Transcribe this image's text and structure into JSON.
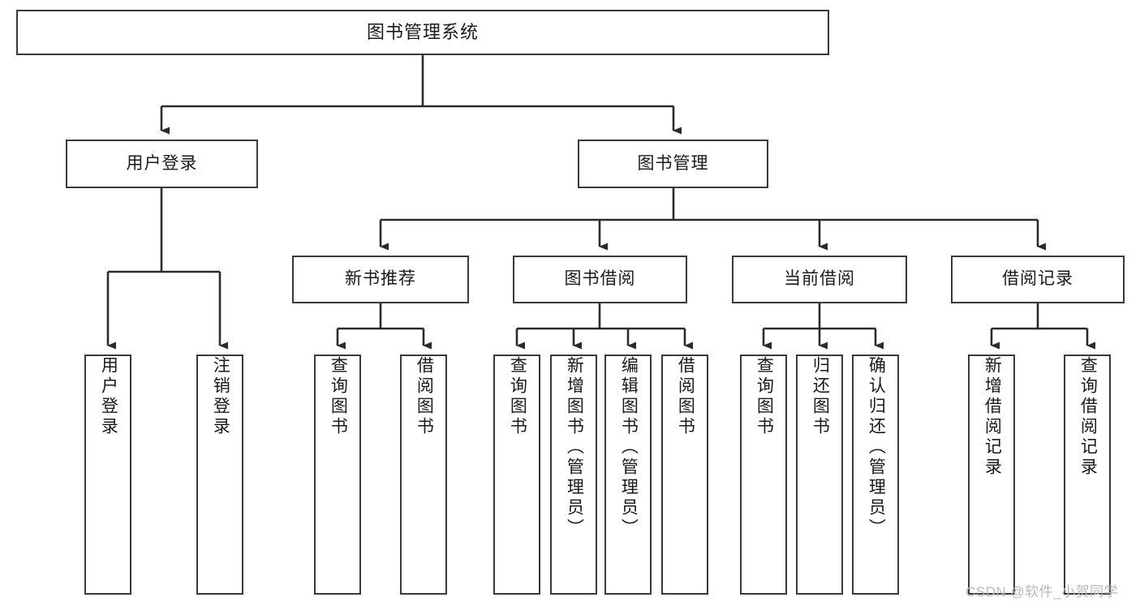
{
  "diagram": {
    "type": "hierarchy-tree",
    "title": "图书管理系统",
    "watermark": "CSDN @软件_小贺同学",
    "colors": {
      "box_border": "#3a3a3a",
      "box_fill": "#ffffff",
      "connector": "#2b2b2b",
      "text": "#1a1a1a",
      "watermark": "#b9b9b9",
      "background": "#ffffff"
    },
    "levels": {
      "root": {
        "label": "图书管理系统"
      },
      "level2": [
        {
          "label": "用户登录"
        },
        {
          "label": "图书管理"
        }
      ],
      "level3": [
        {
          "label": "新书推荐"
        },
        {
          "label": "图书借阅"
        },
        {
          "label": "当前借阅"
        },
        {
          "label": "借阅记录"
        }
      ],
      "leaves": {
        "user_login": [
          {
            "label": "用户登录"
          },
          {
            "label": "注销登录"
          }
        ],
        "new_book_recommend": [
          {
            "label": "查询图书"
          },
          {
            "label": "借阅图书"
          }
        ],
        "book_borrow": [
          {
            "label": "查询图书"
          },
          {
            "label": "新增图书（管理员）"
          },
          {
            "label": "编辑图书（管理员）"
          },
          {
            "label": "借阅图书"
          }
        ],
        "current_borrow": [
          {
            "label": "查询图书"
          },
          {
            "label": "归还图书"
          },
          {
            "label": "确认归还（管理员）"
          }
        ],
        "borrow_record": [
          {
            "label": "新增借阅记录"
          },
          {
            "label": "查询借阅记录"
          }
        ]
      }
    }
  }
}
